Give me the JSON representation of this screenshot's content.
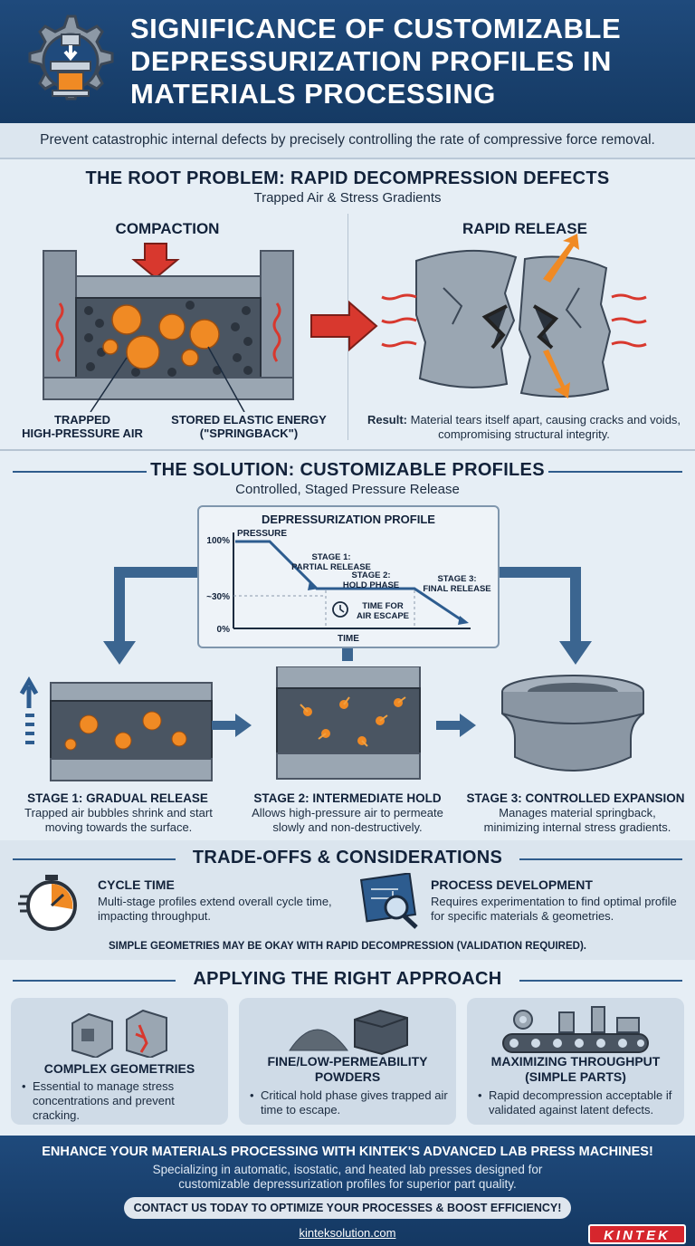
{
  "header": {
    "title": "SIGNIFICANCE OF CUSTOMIZABLE DEPRESSURIZATION PROFILES IN MATERIALS PROCESSING"
  },
  "intro": "Prevent catastrophic internal defects by precisely controlling the rate of compressive force removal.",
  "problem": {
    "title": "THE ROOT PROBLEM: RAPID DECOMPRESSION DEFECTS",
    "subtitle": "Trapped Air & Stress Gradients",
    "compaction": "COMPACTION",
    "rapid_release": "RAPID RELEASE",
    "label_air": "TRAPPED\nHIGH-PRESSURE AIR",
    "label_energy": "STORED ELASTIC ENERGY\n(\"SPRINGBACK\")",
    "result_bold": "Result:",
    "result_text": " Material tears itself apart, causing cracks and voids, compromising structural integrity."
  },
  "solution": {
    "title": "THE SOLUTION: CUSTOMIZABLE PROFILES",
    "subtitle": "Controlled, Staged Pressure Release",
    "profile": {
      "title": "DEPRESSURIZATION PROFILE",
      "y_label": "PRESSURE",
      "x_label": "TIME",
      "y_ticks": [
        "100%",
        "~30%",
        "0%"
      ],
      "stage1": "STAGE 1:\nPARTIAL RELEASE",
      "stage2": "STAGE 2:\nHOLD PHASE",
      "stage3": "STAGE 3:\nFINAL RELEASE",
      "hold_note": "TIME FOR\nAIR ESCAPE"
    },
    "stages": [
      {
        "title": "STAGE 1: GRADUAL RELEASE",
        "text": "Trapped air bubbles shrink and start moving towards the surface."
      },
      {
        "title": "STAGE 2: INTERMEDIATE HOLD",
        "text": "Allows high-pressure air to permeate slowly and non-destructively."
      },
      {
        "title": "STAGE 3: CONTROLLED EXPANSION",
        "text": "Manages material springback, minimizing internal stress gradients."
      }
    ]
  },
  "tradeoffs": {
    "title": "TRADE-OFFS & CONSIDERATIONS",
    "items": [
      {
        "title": "CYCLE TIME",
        "text": "Multi-stage profiles extend overall cycle time, impacting throughput.",
        "icon": "stopwatch-icon"
      },
      {
        "title": "PROCESS DEVELOPMENT",
        "text": "Requires experimentation to find optimal profile for specific materials & geometries.",
        "icon": "blueprint-magnifier-icon"
      }
    ],
    "note": "SIMPLE GEOMETRIES MAY BE OKAY WITH RAPID DECOMPRESSION (VALIDATION REQUIRED)."
  },
  "approach": {
    "title": "APPLYING THE RIGHT APPROACH",
    "cards": [
      {
        "title": "COMPLEX GEOMETRIES",
        "bullet": "Essential to manage stress concentrations and prevent cracking."
      },
      {
        "title": "FINE/LOW-PERMEABILITY POWDERS",
        "bullet": "Critical hold phase gives trapped air time to escape."
      },
      {
        "title": "MAXIMIZING THROUGHPUT (SIMPLE PARTS)",
        "bullet": "Rapid decompression acceptable if validated against latent defects."
      }
    ]
  },
  "footer": {
    "headline": "ENHANCE YOUR MATERIALS PROCESSING WITH KINTEK'S ADVANCED LAB PRESS MACHINES!",
    "text": "Specializing in automatic, isostatic, and heated lab presses designed for customizable depressurization profiles for superior part quality.",
    "cta": "CONTACT US TODAY TO OPTIMIZE YOUR PROCESSES & BOOST EFFICIENCY!",
    "url": "kinteksolution.com",
    "logo": "KINTEK"
  },
  "colors": {
    "navy": "#1f4a7c",
    "orange": "#f08a24",
    "red": "#d8382e",
    "steel": "#7f8b97",
    "panel": "#d3dfea"
  }
}
